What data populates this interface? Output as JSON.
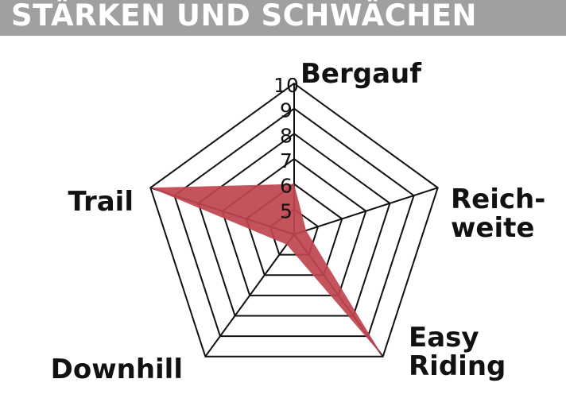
{
  "header": {
    "title": "STÄRKEN UND SCHWÄCHEN"
  },
  "colors": {
    "header_background": "#a0a0a0",
    "header_text": "#ffffff",
    "series_fill": "#c0444f",
    "grid_line": "#111111"
  },
  "chart_data": {
    "type": "radar",
    "title": "STÄRKEN UND SCHWÄCHEN",
    "axes": [
      {
        "label": [
          "Bergauf"
        ]
      },
      {
        "label": [
          "Reich-",
          "weite"
        ]
      },
      {
        "label": [
          "Easy",
          "Riding"
        ]
      },
      {
        "label": [
          "Downhill"
        ]
      },
      {
        "label": [
          "Trail"
        ]
      }
    ],
    "range": [
      4,
      10
    ],
    "ticks": [
      5,
      6,
      7,
      8,
      9,
      10
    ],
    "grid_rings": [
      5,
      6,
      7,
      8,
      9,
      10
    ],
    "series": [
      {
        "values": [
          6,
          4.5,
          10,
          4.5,
          10
        ]
      }
    ],
    "legend": "none",
    "grid": true
  }
}
